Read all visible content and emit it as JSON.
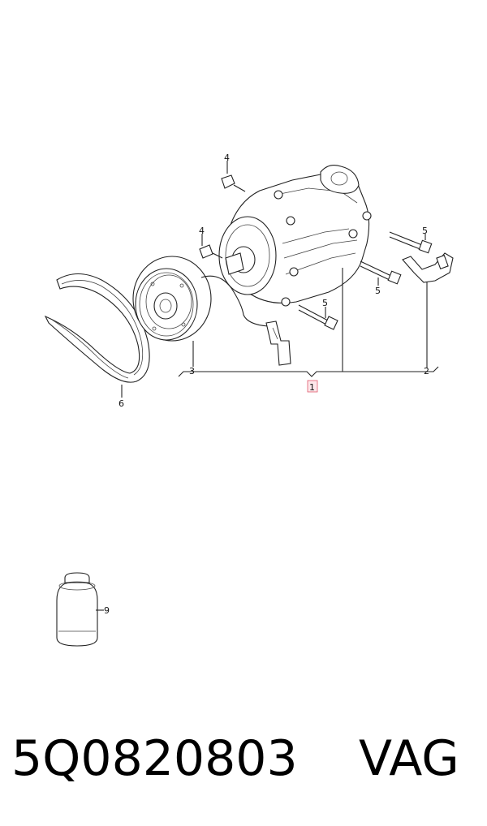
{
  "callouts": {
    "c1": "1",
    "c2": "2",
    "c3": "3",
    "c4a": "4",
    "c4b": "4",
    "c5a": "5",
    "c5b": "5",
    "c5c": "5",
    "c6": "6",
    "c9": "9"
  },
  "footer": {
    "part_number": "5Q0820803",
    "brand": "VAG"
  },
  "colors": {
    "line": "#222222",
    "highlight_fill": "#fde7ea",
    "highlight_stroke": "#e05a6d"
  }
}
